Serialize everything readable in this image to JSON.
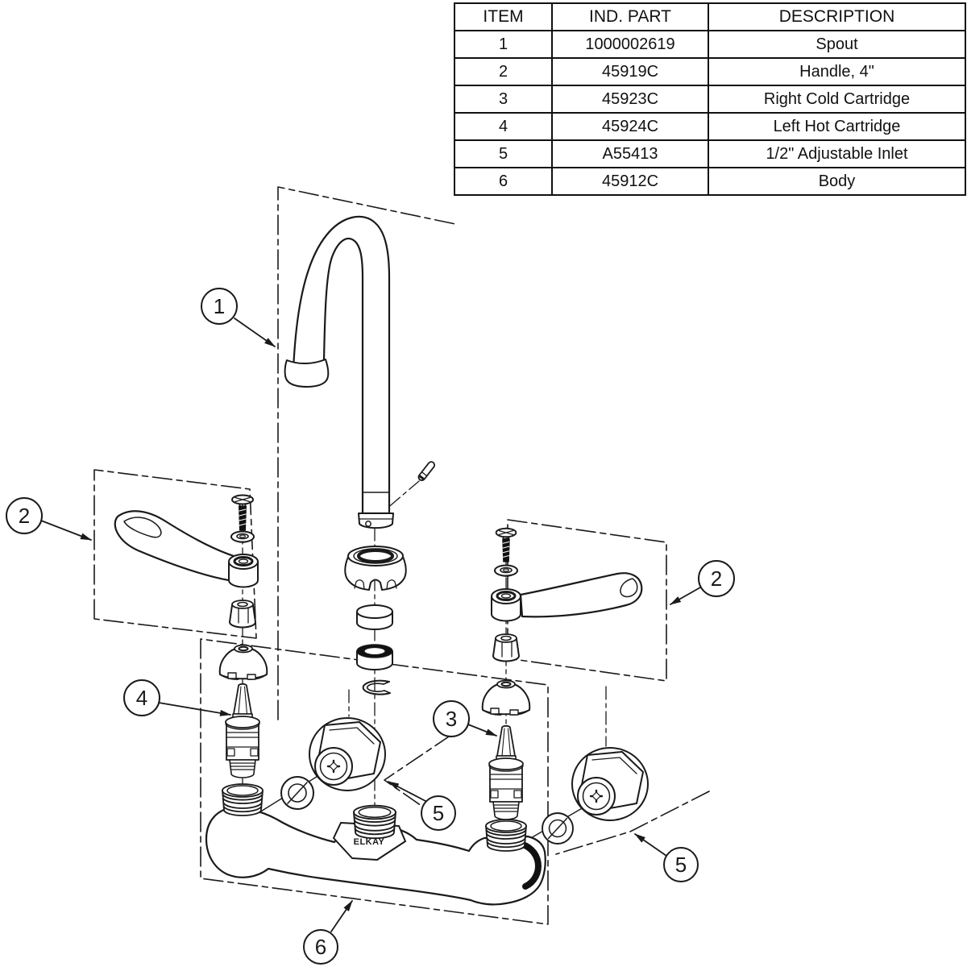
{
  "parts_table": {
    "headers": [
      "ITEM",
      "IND. PART",
      "DESCRIPTION"
    ],
    "rows": [
      {
        "item": "1",
        "part": "1000002619",
        "description": "Spout"
      },
      {
        "item": "2",
        "part": "45919C",
        "description": "Handle, 4\""
      },
      {
        "item": "3",
        "part": "45923C",
        "description": "Right Cold Cartridge"
      },
      {
        "item": "4",
        "part": "45924C",
        "description": "Left Hot Cartridge"
      },
      {
        "item": "5",
        "part": "A55413",
        "description": "1/2\" Adjustable Inlet"
      },
      {
        "item": "6",
        "part": "45912C",
        "description": "Body"
      }
    ]
  },
  "callouts": {
    "balloons": [
      {
        "label": "1"
      },
      {
        "label": "2"
      },
      {
        "label": "2"
      },
      {
        "label": "3"
      },
      {
        "label": "4"
      },
      {
        "label": "5"
      },
      {
        "label": "5"
      },
      {
        "label": "6"
      }
    ]
  },
  "body_label": "ELKAY",
  "colors": {
    "line": "#1a1a1a",
    "background": "#ffffff"
  }
}
